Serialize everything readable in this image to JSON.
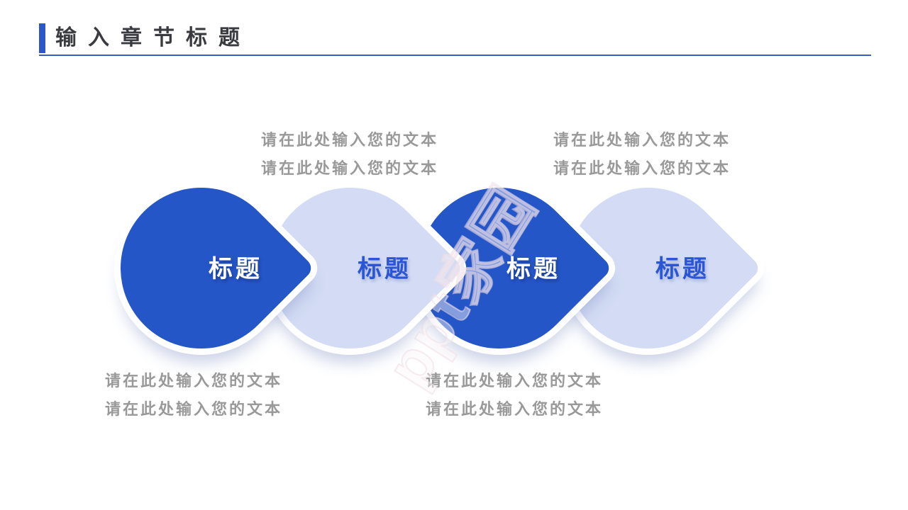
{
  "header": {
    "title": "输入章节标题"
  },
  "watermark": {
    "text": "ppt家园"
  },
  "colors": {
    "accent_bar": "#2b57c9",
    "divider_blue": "#3c5bc6",
    "title_color": "#3a3a41",
    "primary_blue": "#2556c8",
    "light_blue": "#d3dcf4",
    "label_blue": "#2a56d6",
    "note_gray": "#999999",
    "shape_outline": "#ffffff"
  },
  "steps": [
    {
      "label": "标题",
      "variant": "dark",
      "notes_position": "bottom",
      "notes": [
        "请在此处输入您的文本",
        "请在此处输入您的文本"
      ]
    },
    {
      "label": "标题",
      "variant": "light",
      "notes_position": "top",
      "notes": [
        "请在此处输入您的文本",
        "请在此处输入您的文本"
      ]
    },
    {
      "label": "标题",
      "variant": "dark",
      "notes_position": "bottom",
      "notes": [
        "请在此处输入您的文本",
        "请在此处输入您的文本"
      ]
    },
    {
      "label": "标题",
      "variant": "light",
      "notes_position": "top",
      "notes": [
        "请在此处输入您的文本",
        "请在此处输入您的文本"
      ]
    }
  ]
}
